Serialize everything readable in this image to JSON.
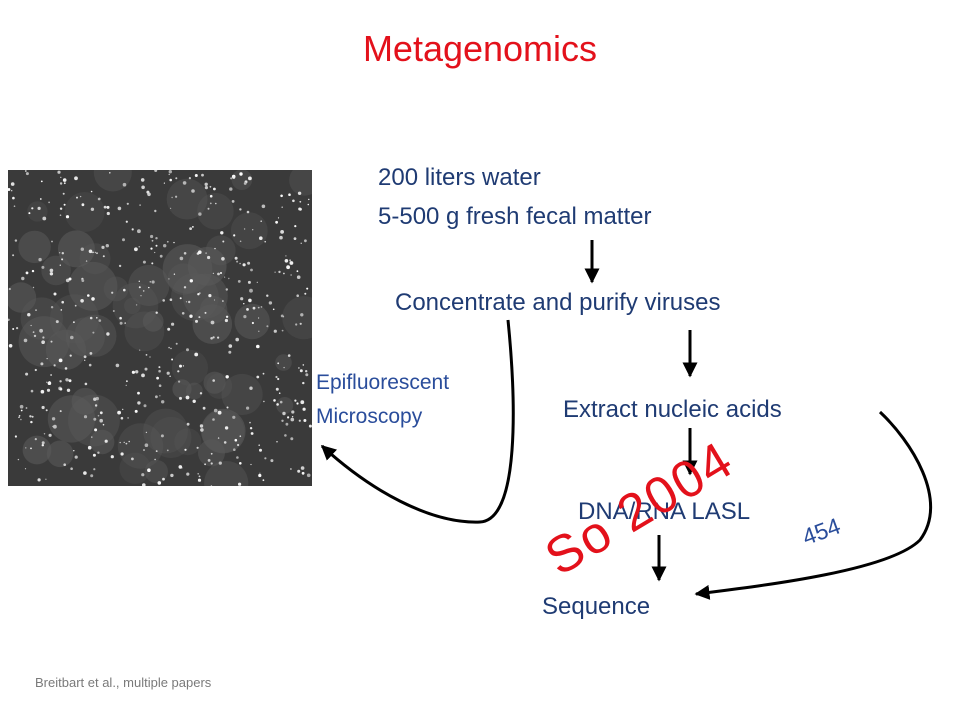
{
  "slide": {
    "title": "Metagenomics",
    "sources": [
      "200 liters water",
      "5-500 g fresh fecal matter"
    ],
    "steps": {
      "concentrate": "Concentrate and purify viruses",
      "extract": "Extract nucleic acids",
      "amplify": "DNA/RNA LASL",
      "sequence": "Sequence"
    },
    "microscopy_label": [
      "Epifluorescent",
      "Microscopy"
    ],
    "sequencing_label": "454",
    "handwritten_note": "So 2004",
    "citation": "Breitbart et al., multiple papers"
  },
  "colors": {
    "title": "#e3111b",
    "step_text": "#1f3b73",
    "method_text": "#2a4d9b",
    "note": "#e3111b",
    "micrograph_background": "#3a3a3a"
  }
}
